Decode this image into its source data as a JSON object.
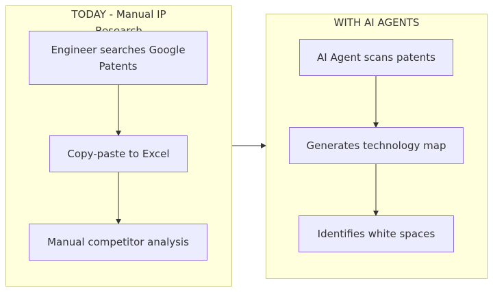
{
  "clusters": {
    "today": {
      "title": "TODAY - Manual IP Research"
    },
    "ai": {
      "title": "WITH AI AGENTS"
    }
  },
  "nodes": {
    "search": "Engineer searches Google Patents",
    "copy": "Copy-paste to Excel",
    "manual": "Manual competitor analysis",
    "scan": "AI Agent scans patents",
    "map": "Generates technology map",
    "white": "Identifies white spaces"
  },
  "colors": {
    "cluster_fill": "#ffffde",
    "cluster_border": "#c8c88e",
    "node_fill": "#ececff",
    "node_border": "#9370db",
    "edge": "#333333"
  }
}
